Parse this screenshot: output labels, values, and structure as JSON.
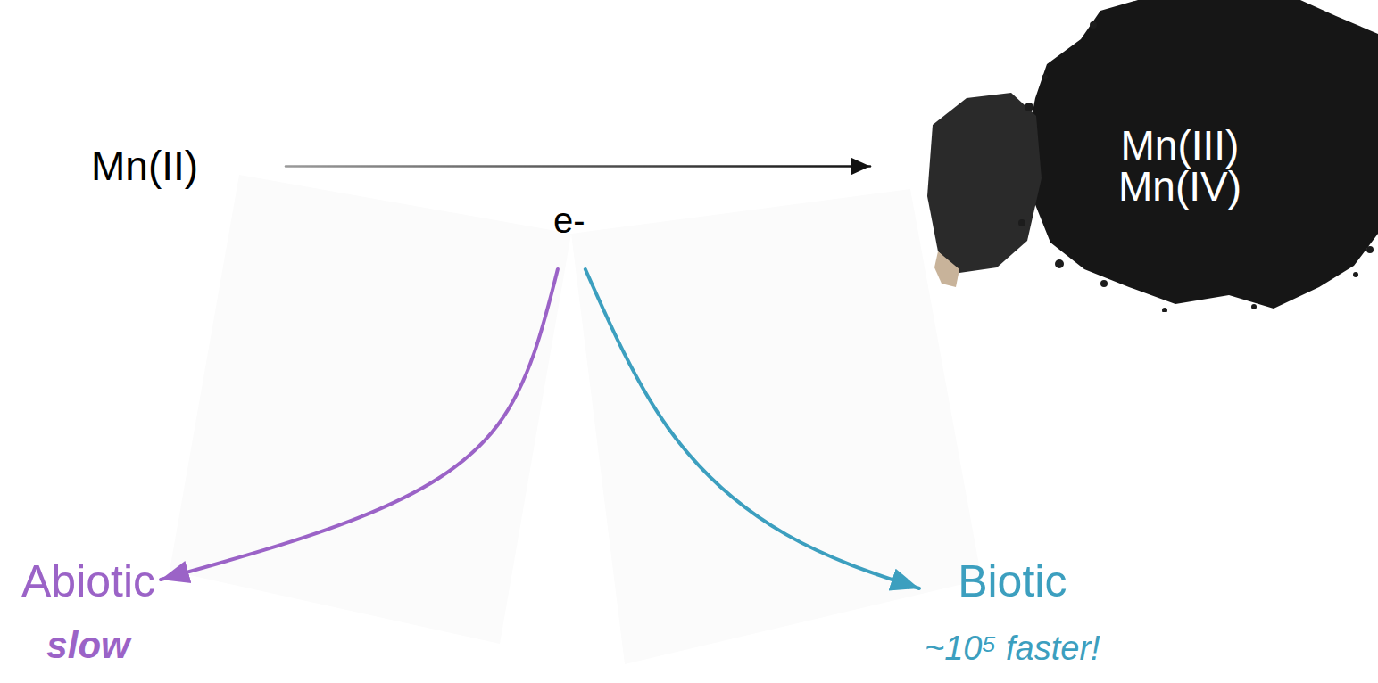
{
  "diagram": {
    "nodes": [
      {
        "text": [
          "Mn(II)"
        ]
      },
      {
        "text": [
          "Mn(III) Mn(IV)"
        ]
      },
      {
        "text": [
          "e-"
        ]
      },
      {
        "text": [
          "Abiotic",
          "slow"
        ]
      },
      {
        "text": [
          "Biotic",
          "~10⁵ faster!"
        ]
      }
    ],
    "edges": [
      {
        "from": 0,
        "to": 1,
        "arrow": "to"
      },
      {
        "from": 2,
        "to": 3,
        "arrow": "to"
      },
      {
        "from": 2,
        "to": 4,
        "arrow": "to"
      }
    ]
  }
}
